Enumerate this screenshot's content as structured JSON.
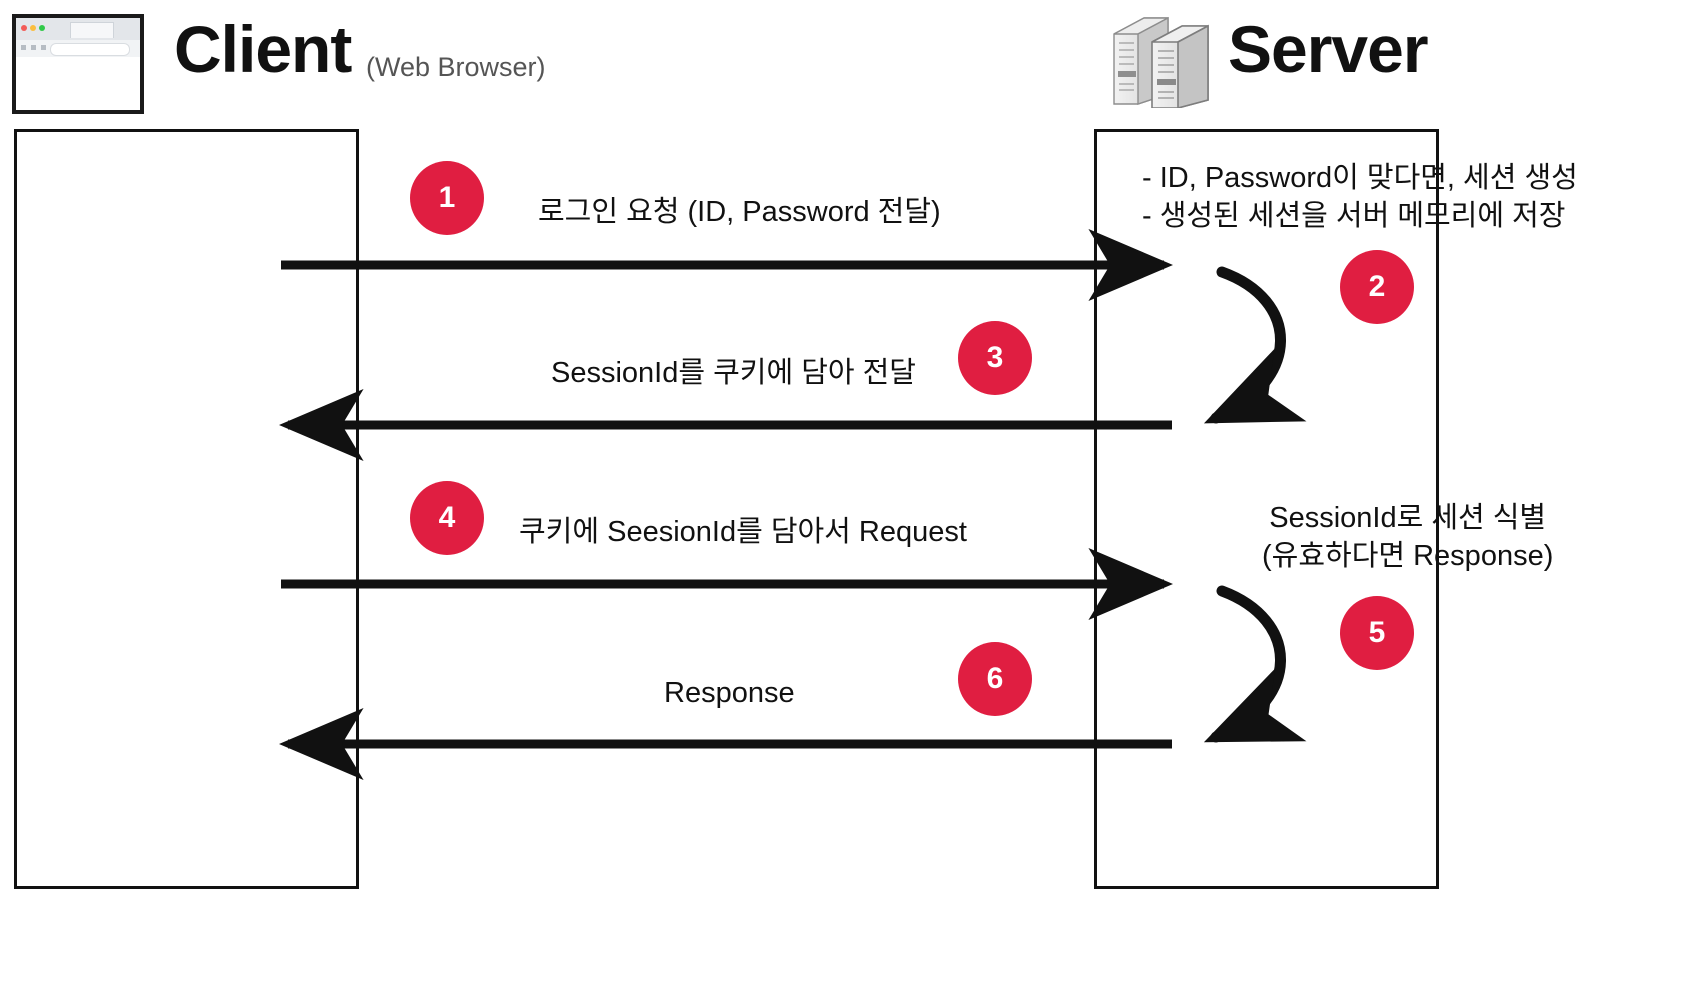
{
  "diagram": {
    "title_client": "Client",
    "title_client_sub": "(Web Browser)",
    "title_server": "Server",
    "accent_color": "#E01E41",
    "line_color": "#111111",
    "badge_text_color": "#FFFFFF",
    "icons": {
      "client": "web-browser-icon",
      "server": "server-tower-icon"
    }
  },
  "lanes": [
    {
      "name": "client-lifeline",
      "label": "Client"
    },
    {
      "name": "server-lifeline",
      "label": "Server"
    }
  ],
  "steps": [
    {
      "badge": "1",
      "label": "로그인 요청 (ID, Password 전달)",
      "direction": "client-to-server"
    },
    {
      "badge": "2",
      "label": "",
      "direction": "server-self"
    },
    {
      "badge": "3",
      "label": "SessionId를 쿠키에 담아 전달",
      "direction": "server-to-client"
    },
    {
      "badge": "4",
      "label": "쿠키에 SeesionId를 담아서 Request",
      "direction": "client-to-server"
    },
    {
      "badge": "5",
      "label": "",
      "direction": "server-self"
    },
    {
      "badge": "6",
      "label": "Response",
      "direction": "server-to-client"
    }
  ],
  "notes": {
    "server_top_line1": "- ID, Password이 맞다면, 세션 생성",
    "server_top_line2": "- 생성된 세션을 서버 메모리에 저장",
    "server_mid_line1": "SessionId로 세션 식별",
    "server_mid_line2": "(유효하다면 Response)"
  }
}
